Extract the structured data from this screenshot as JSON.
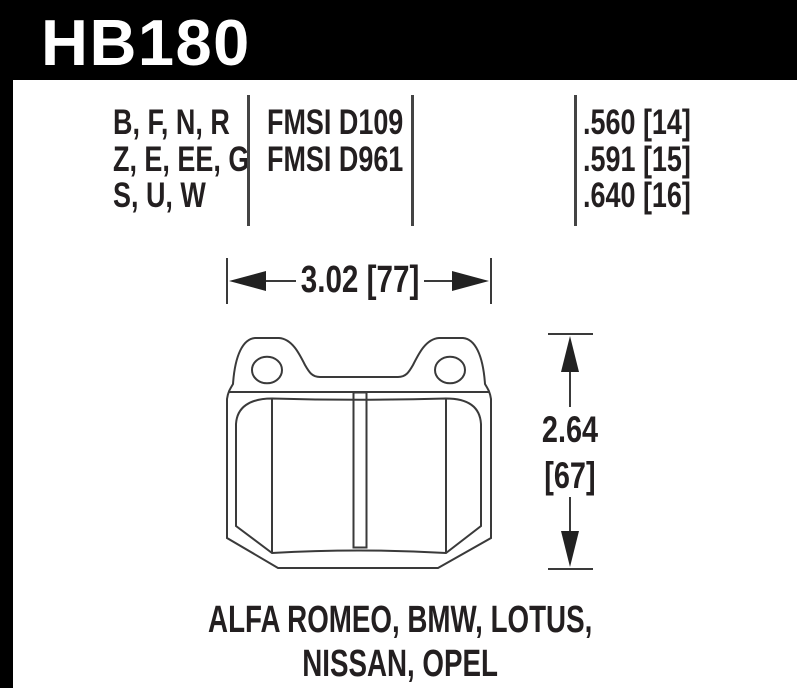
{
  "part_number": "HB180",
  "spec_table": {
    "compounds": [
      "B, F, N, R",
      "Z, E, EE, G",
      "S, U, W"
    ],
    "fmsi": [
      "FMSI D109",
      "FMSI D961"
    ],
    "thickness": [
      ".560 [14]",
      ".591 [15]",
      ".640 [16]"
    ]
  },
  "dimensions": {
    "width": "3.02 [77]",
    "height_in": "2.64",
    "height_mm": "[67]"
  },
  "applications": [
    "ALFA ROMEO, BMW, LOTUS,",
    "NISSAN, OPEL"
  ],
  "colors": {
    "banner": "#000000",
    "text": "#231f20",
    "line": "#3a3a3a"
  }
}
